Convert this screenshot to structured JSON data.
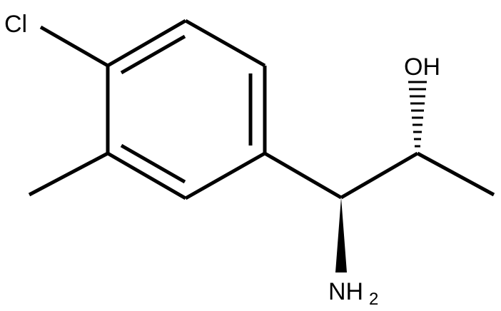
{
  "molecule": {
    "atoms": {
      "chlorine": "Cl",
      "hydroxyl": "OH",
      "amine": "NH",
      "amine_subscript": "2"
    },
    "colors": {
      "bond": "#000000",
      "label": "#000000",
      "background": "#ffffff"
    }
  }
}
